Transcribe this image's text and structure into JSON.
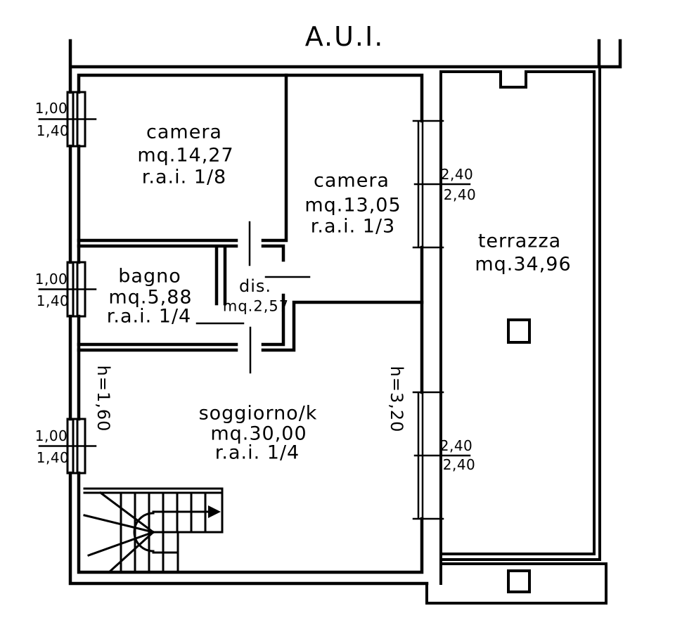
{
  "title": "A.U.I.",
  "rooms": {
    "camera_nw": {
      "name": "camera",
      "area": "mq.14,27",
      "rai": "r.a.i. 1/8"
    },
    "camera_n": {
      "name": "camera",
      "area": "mq.13,05",
      "rai": "r.a.i. 1/3"
    },
    "bagno": {
      "name": "bagno",
      "area": "mq.5,88",
      "rai": "r.a.i. 1/4"
    },
    "disimpegno": {
      "name": "dis.",
      "area": "mq.2,57"
    },
    "soggiorno": {
      "name": "soggiorno/k",
      "area": "mq.30,00",
      "rai": "r.a.i. 1/4"
    },
    "terrazza": {
      "name": "terrazza",
      "area": "mq.34,96"
    }
  },
  "window_dims": {
    "left_1": {
      "w": "1,00",
      "h": "1,40"
    },
    "left_2": {
      "w": "1,00",
      "h": "1,40"
    },
    "left_3": {
      "w": "1,00",
      "h": "1,40"
    },
    "right_1": {
      "w": "2,40",
      "h": "2,40"
    },
    "right_2": {
      "w": "2,40",
      "h": "2,40"
    }
  },
  "heights": {
    "under_stair": "h=1,60",
    "living": "h=3,20"
  },
  "colors": {
    "line": "#000000",
    "background": "#ffffff"
  }
}
